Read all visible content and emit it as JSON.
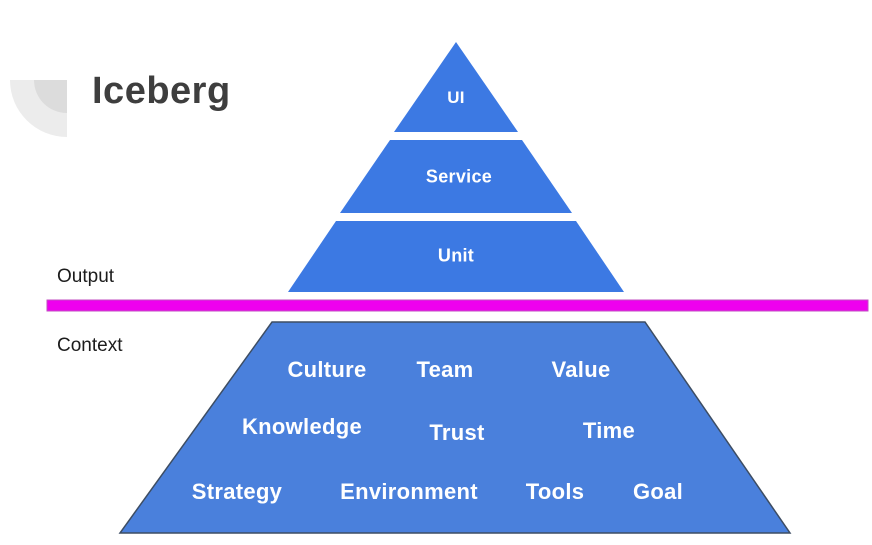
{
  "colors": {
    "pyramid-blue": "#3c79e3",
    "base-blue": "#4a80dc",
    "base-stroke": "#3d4d63",
    "divider-magenta": "#ee00ee",
    "title-color": "#3e3e3e",
    "label-color": "#1c1c1c",
    "logo-outer": "#ececec",
    "logo-inner": "#dcdcdc"
  },
  "header": {
    "title": "Iceberg",
    "logo_icon": "quarter-circle-arc"
  },
  "labels": {
    "above_line": "Output",
    "below_line": "Context"
  },
  "pyramid": {
    "levels": [
      {
        "label": "UI"
      },
      {
        "label": "Service"
      },
      {
        "label": "Unit"
      }
    ]
  },
  "base": {
    "words": [
      "Culture",
      "Team",
      "Value",
      "Knowledge",
      "Trust",
      "Time",
      "Strategy",
      "Environment",
      "Tools",
      "Goal"
    ]
  }
}
